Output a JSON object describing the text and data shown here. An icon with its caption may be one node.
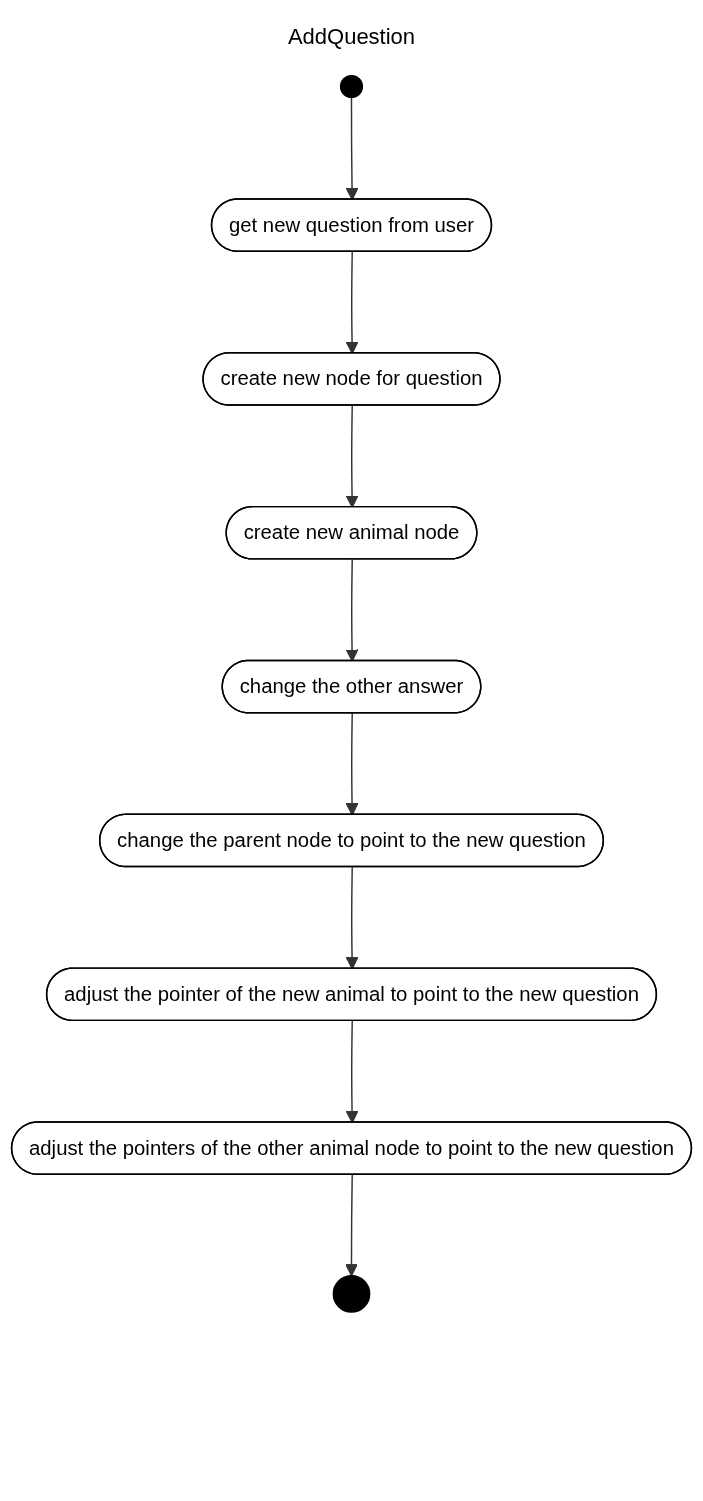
{
  "diagram": {
    "title": "AddQuestion",
    "nodes": [
      {
        "text": [],
        "shape": "circle"
      },
      {
        "text": [
          "get new question from user"
        ]
      },
      {
        "text": [
          "create new node for question"
        ]
      },
      {
        "text": [
          "create new animal node"
        ]
      },
      {
        "text": [
          "change the other answer"
        ]
      },
      {
        "text": [
          "change the parent node to point to the new question"
        ]
      },
      {
        "text": [
          "adjust the pointer of the new animal to point to the new question"
        ]
      },
      {
        "text": [
          "adjust the pointers of the other animal node to point to the new question"
        ]
      },
      {
        "text": [],
        "shape": "circle"
      }
    ],
    "edges": [
      {
        "from": 0,
        "to": 1,
        "arrow": "to"
      },
      {
        "from": 1,
        "to": 2,
        "arrow": "to"
      },
      {
        "from": 2,
        "to": 3,
        "arrow": "to"
      },
      {
        "from": 3,
        "to": 4,
        "arrow": "to"
      },
      {
        "from": 4,
        "to": 5,
        "arrow": "to"
      },
      {
        "from": 5,
        "to": 6,
        "arrow": "to"
      },
      {
        "from": 6,
        "to": 7,
        "arrow": "to"
      },
      {
        "from": 7,
        "to": 8,
        "arrow": "to"
      }
    ]
  }
}
